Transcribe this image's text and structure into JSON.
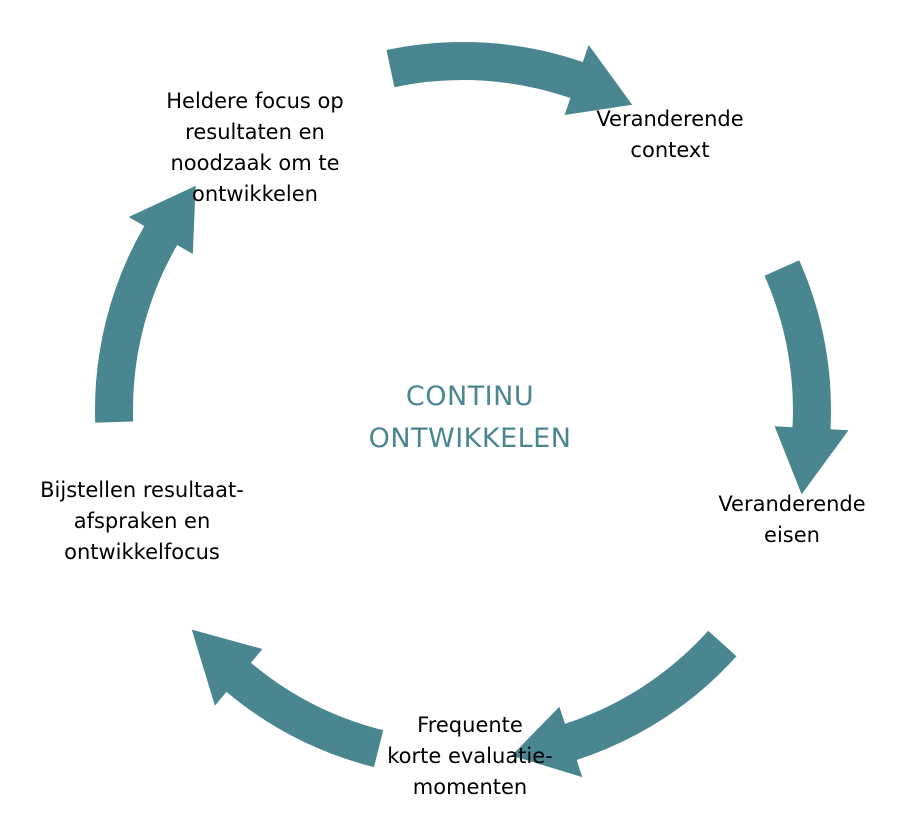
{
  "diagram": {
    "center_title": "CONTINU\nONTWIKKELEN",
    "arrow_color": "#4a8690",
    "title_color": "#4a8690",
    "steps": [
      {
        "label": "Veranderende\ncontext"
      },
      {
        "label": "Veranderende\neisen"
      },
      {
        "label": "Frequente\nkorte evaluatie-\nmomenten"
      },
      {
        "label": "Bijstellen resultaat-\nafspraken en\nontwikkelfocus"
      },
      {
        "label": "Heldere focus op\nresultaten en\nnoodzaak om te\nontwikkelen"
      }
    ]
  }
}
